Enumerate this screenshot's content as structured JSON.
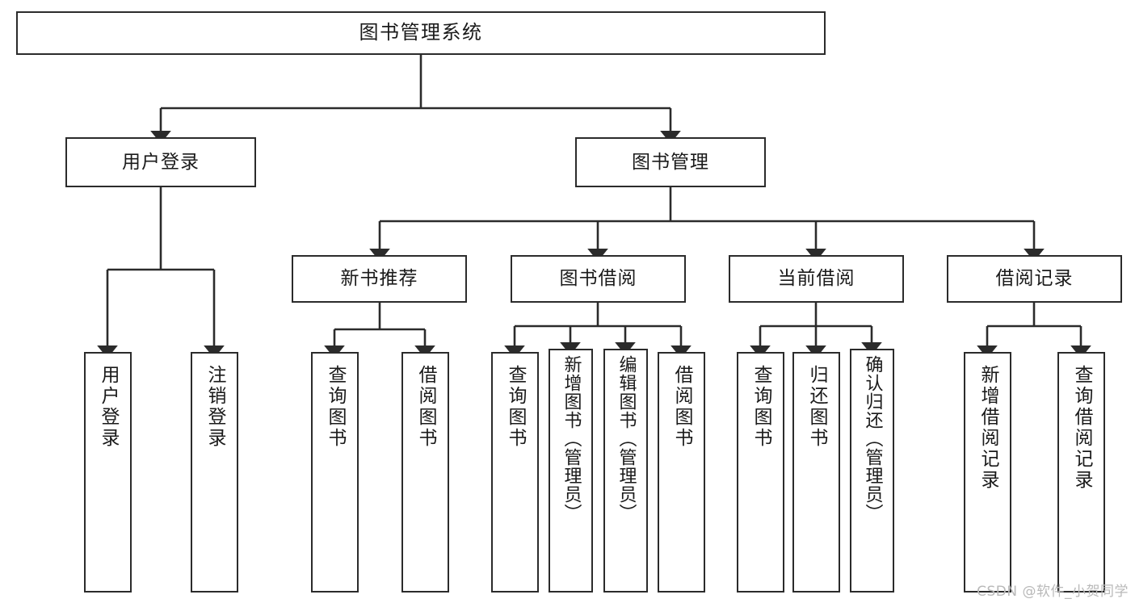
{
  "diagram": {
    "title": "图书管理系统",
    "type": "tree-hierarchy-chart",
    "watermark": "CSDN @软件_小贺同学",
    "line_color": "#2b2b2b",
    "box_fill": "#ffffff",
    "text_color": "#1a1a1a"
  },
  "root": {
    "label": "图书管理系统"
  },
  "level2": [
    {
      "label": "用户登录"
    },
    {
      "label": "图书管理"
    }
  ],
  "level3": [
    {
      "label": "新书推荐"
    },
    {
      "label": "图书借阅"
    },
    {
      "label": "当前借阅"
    },
    {
      "label": "借阅记录"
    }
  ],
  "leaves": {
    "user_login": [
      {
        "label": "用户登录"
      },
      {
        "label": "注销登录"
      }
    ],
    "new_book_recommend": [
      {
        "label": "查询图书"
      },
      {
        "label": "借阅图书"
      }
    ],
    "book_borrow": [
      {
        "label": "查询图书"
      },
      {
        "label": "新增图书（管理员）"
      },
      {
        "label": "编辑图书（管理员）"
      },
      {
        "label": "借阅图书"
      }
    ],
    "current_borrow": [
      {
        "label": "查询图书"
      },
      {
        "label": "归还图书"
      },
      {
        "label": "确认归还（管理员）"
      }
    ],
    "borrow_record": [
      {
        "label": "新增借阅记录"
      },
      {
        "label": "查询借阅记录"
      }
    ]
  }
}
